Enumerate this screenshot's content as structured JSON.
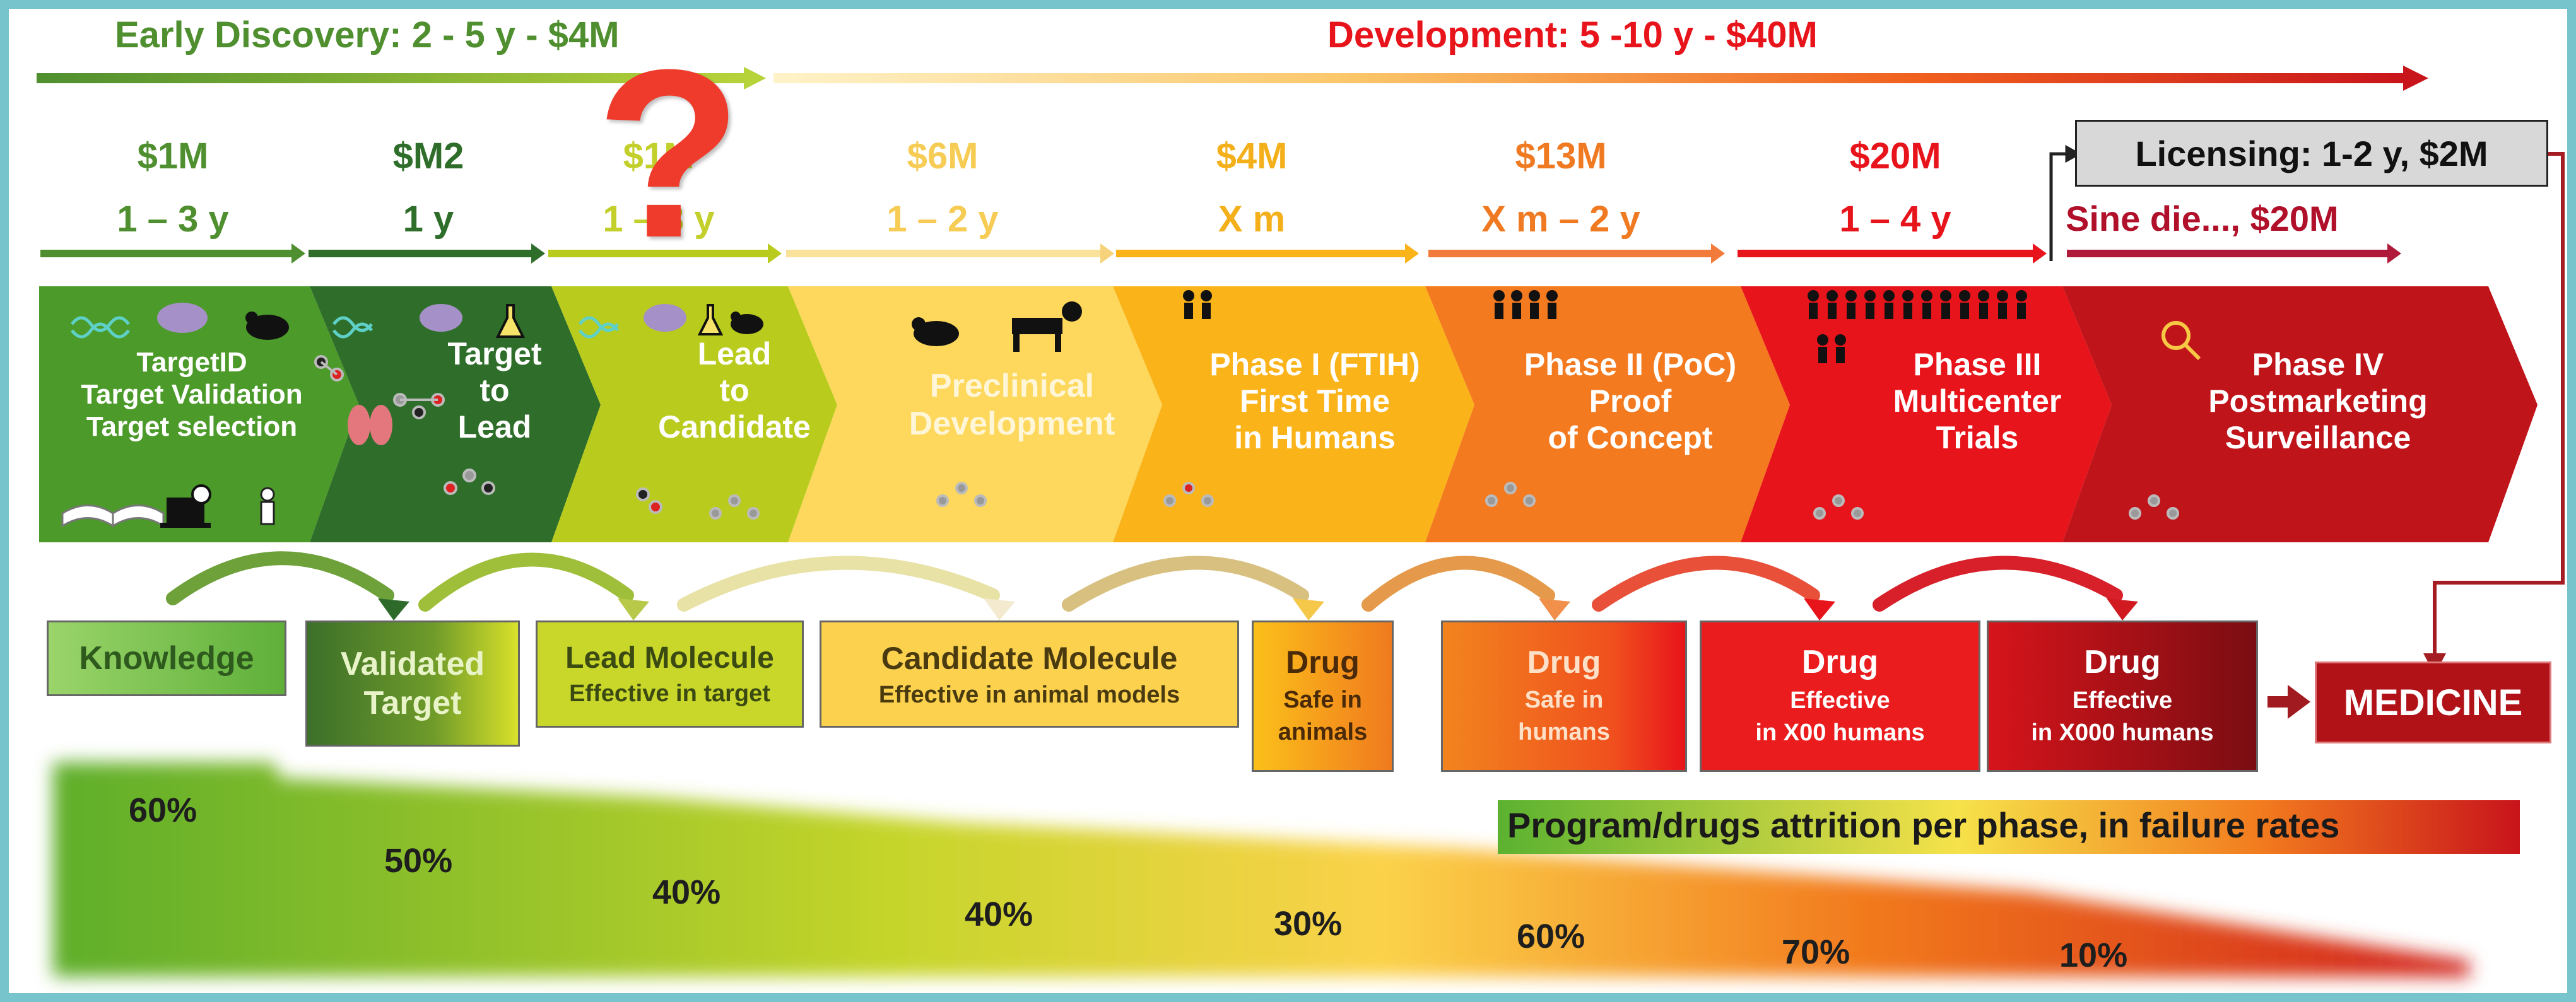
{
  "headers": {
    "early": "Early Discovery: 2 - 5 y  -  $4M",
    "development": "Development: 5 -10 y  - $40M",
    "licensing": "Licensing: 1-2 y, $2M",
    "sine_die": "Sine die..., $20M",
    "question_mark": "?"
  },
  "stages": [
    {
      "cost": "$1M",
      "duration": "1 – 3 y",
      "label": "TargetID\nTarget Validation\nTarget selection",
      "color": "#4c9a2a"
    },
    {
      "cost": "$M2",
      "duration": "1 y",
      "label": "Target\nto\nLead",
      "color": "#2f6e2a"
    },
    {
      "cost": "$1M",
      "duration": "1 – 3 y",
      "label": "Lead\nto\nCandidate",
      "color": "#b9cc1d"
    },
    {
      "cost": "$6M",
      "duration": "1 – 2 y",
      "label": "Preclinical\nDevelopment",
      "color": "#fdd85c"
    },
    {
      "cost": "$4M",
      "duration": "X m",
      "label": "Phase I (FTIH)\nFirst Time\nin Humans",
      "color": "#fbb31a"
    },
    {
      "cost": "$13M",
      "duration": "X m – 2 y",
      "label": "Phase II (PoC)\nProof\nof Concept",
      "color": "#f47a20"
    },
    {
      "cost": "$20M",
      "duration": "1 – 4 y",
      "label": "Phase III\nMulticenter\nTrials",
      "color": "#e8141b"
    },
    {
      "cost": "",
      "duration": "",
      "label": "Phase IV\nPostmarketing\nSurveillance",
      "color": "#c0141b"
    }
  ],
  "outputs": [
    {
      "title": "Knowledge",
      "sub": ""
    },
    {
      "title": "Validated\nTarget",
      "sub": ""
    },
    {
      "title": "Lead Molecule",
      "sub": "Effective in target"
    },
    {
      "title": "Candidate Molecule",
      "sub": "Effective in animal models"
    },
    {
      "title": "Drug",
      "sub": "Safe in\nanimals"
    },
    {
      "title": "Drug",
      "sub": "Safe in\nhumans"
    },
    {
      "title": "Drug",
      "sub": "Effective\nin X00 humans"
    },
    {
      "title": "Drug",
      "sub": "Effective\nin X000 humans"
    }
  ],
  "medicine": "MEDICINE",
  "attrition": {
    "title": "Program/drugs attrition per phase, in failure rates",
    "rates": [
      "60%",
      "50%",
      "40%",
      "40%",
      "30%",
      "60%",
      "70%",
      "10%"
    ]
  },
  "colors": {
    "early_green": "#4f8f2f",
    "development_red": "#e8141b",
    "frame": "#77c4cc",
    "medicine_red": "#b01218"
  }
}
